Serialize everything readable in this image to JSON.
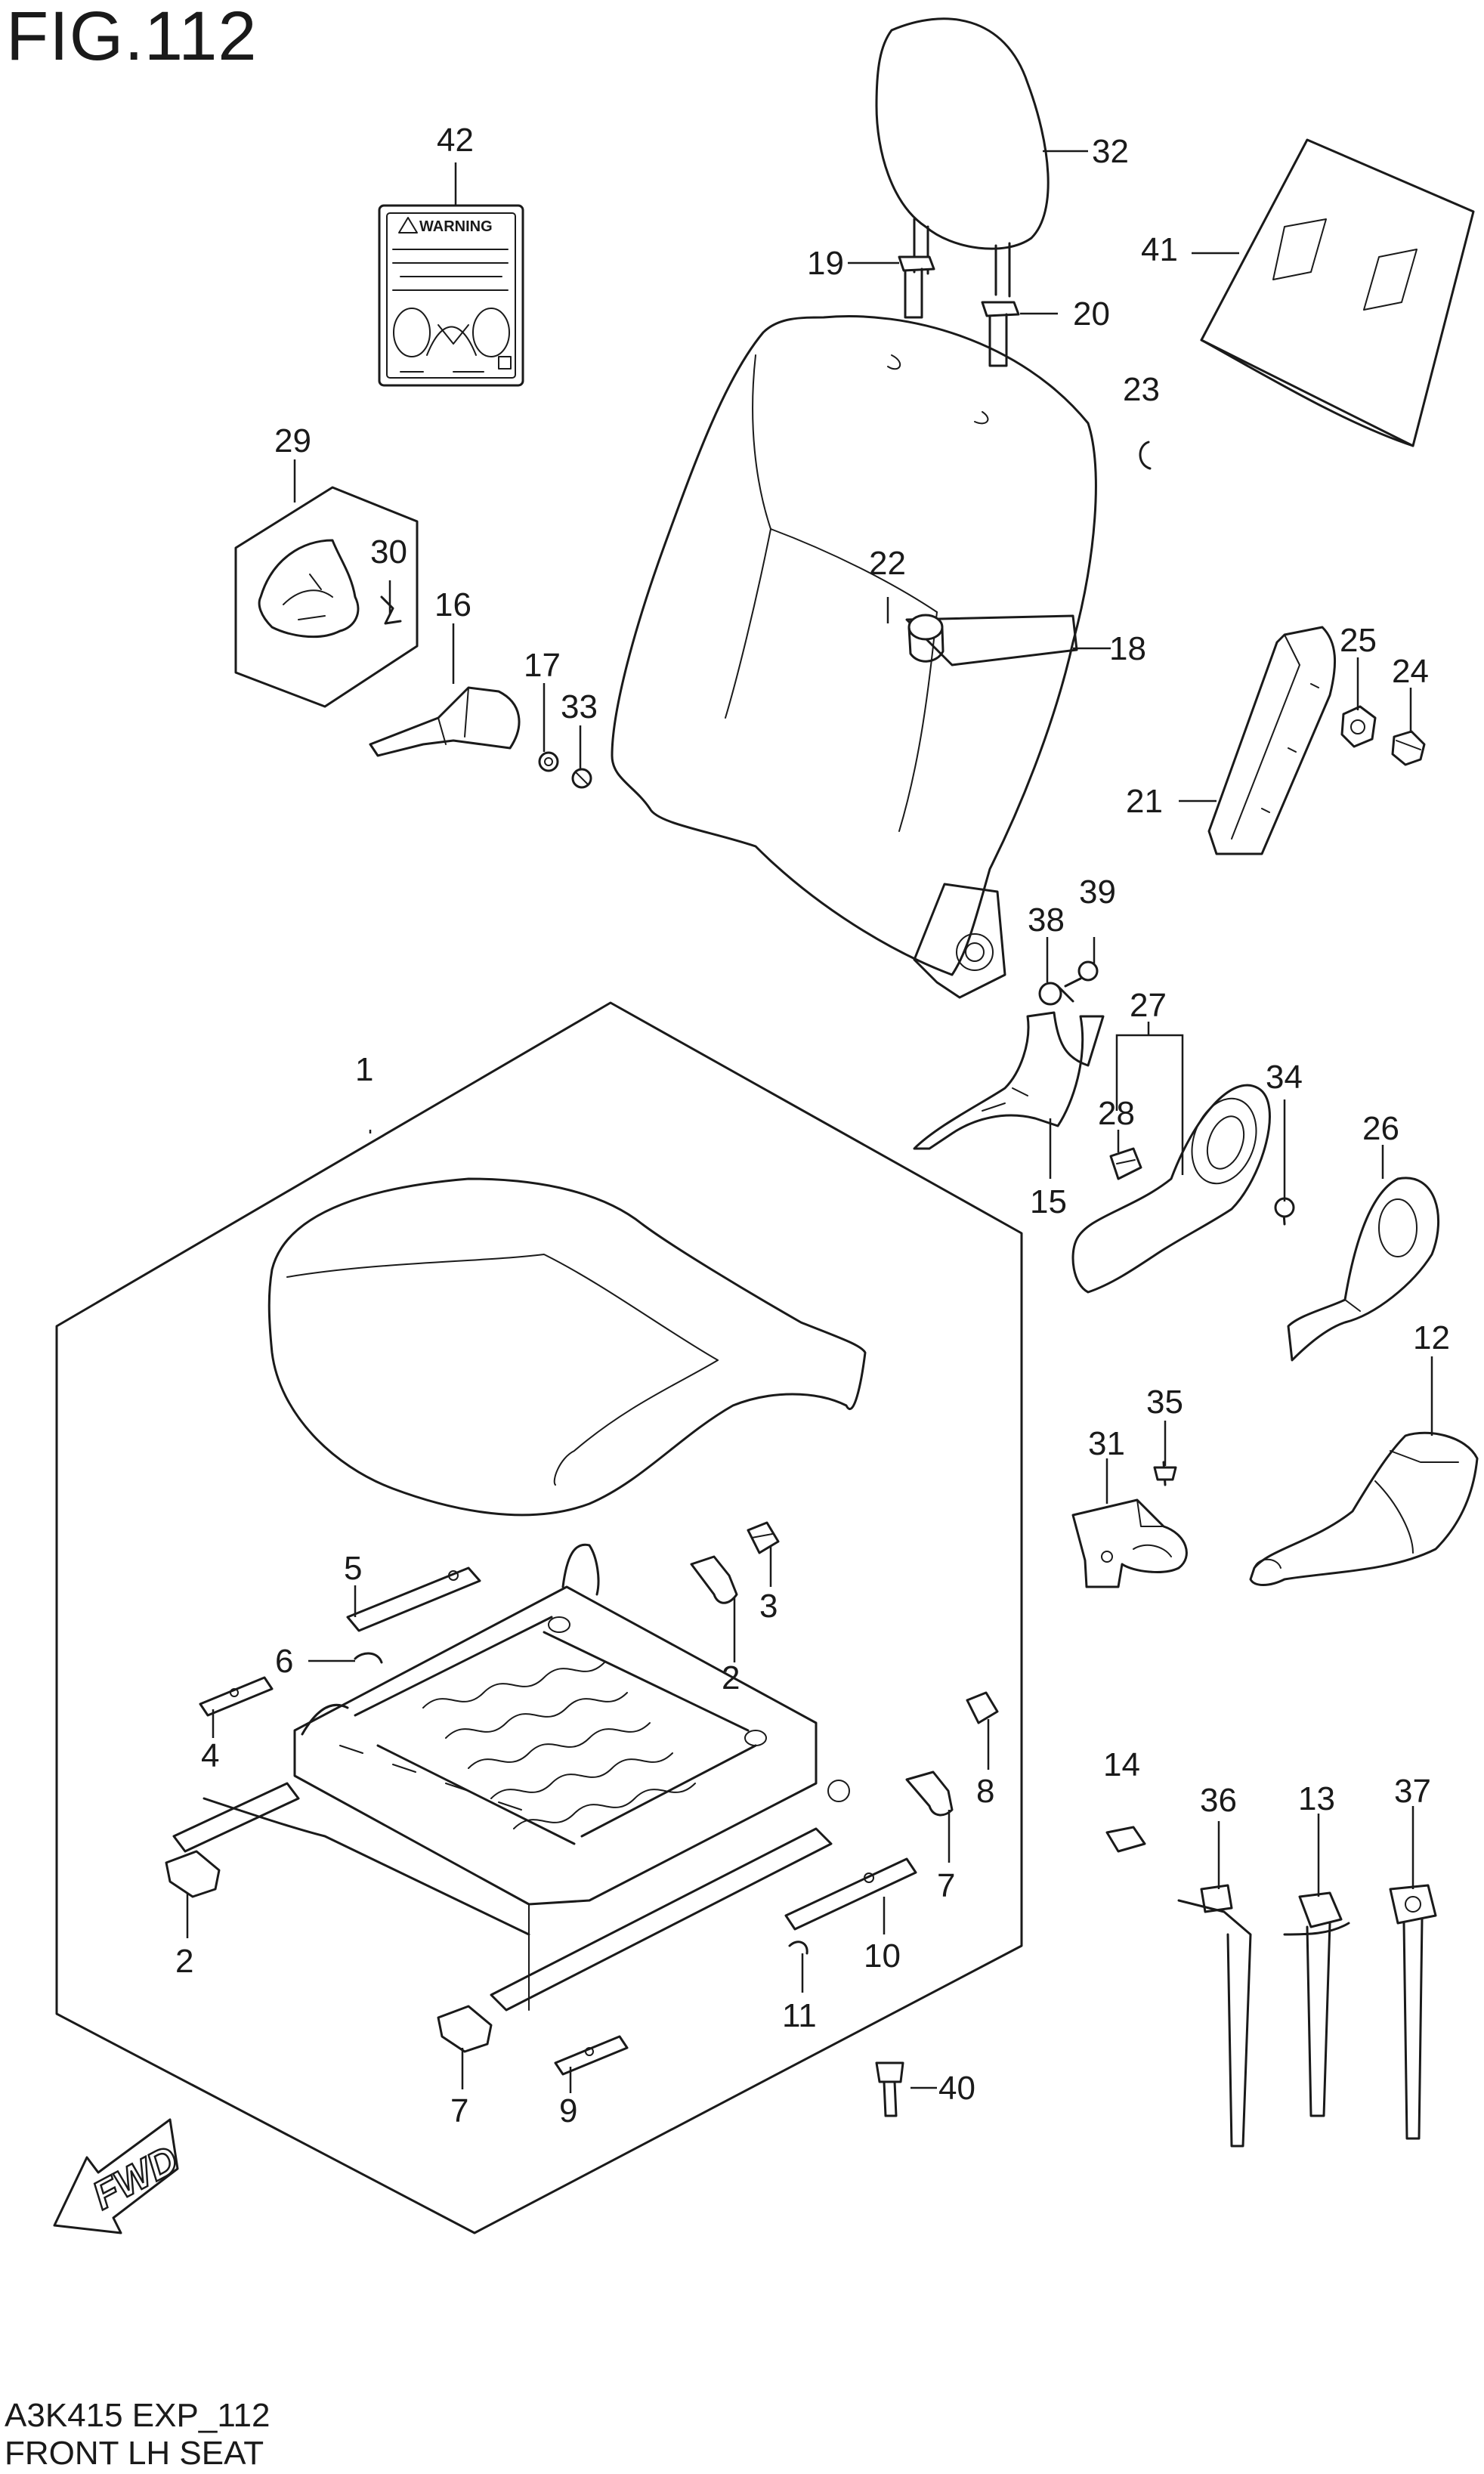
{
  "figure": {
    "title": "FIG.112",
    "code": "A3K415 EXP_112",
    "name": "FRONT LH SEAT"
  },
  "warning_label": {
    "text": "WARNING"
  },
  "fwd_arrow": {
    "text": "FWD"
  },
  "callouts": [
    "1",
    "2",
    "3",
    "4",
    "5",
    "6",
    "7",
    "8",
    "9",
    "10",
    "11",
    "12",
    "13",
    "14",
    "15",
    "16",
    "17",
    "18",
    "19",
    "20",
    "21",
    "22",
    "23",
    "24",
    "25",
    "26",
    "27",
    "28",
    "29",
    "30",
    "31",
    "32",
    "33",
    "34",
    "35",
    "36",
    "37",
    "38",
    "39",
    "40",
    "41",
    "42"
  ],
  "colors": {
    "line": "#1a1a1a",
    "background": "#ffffff"
  }
}
